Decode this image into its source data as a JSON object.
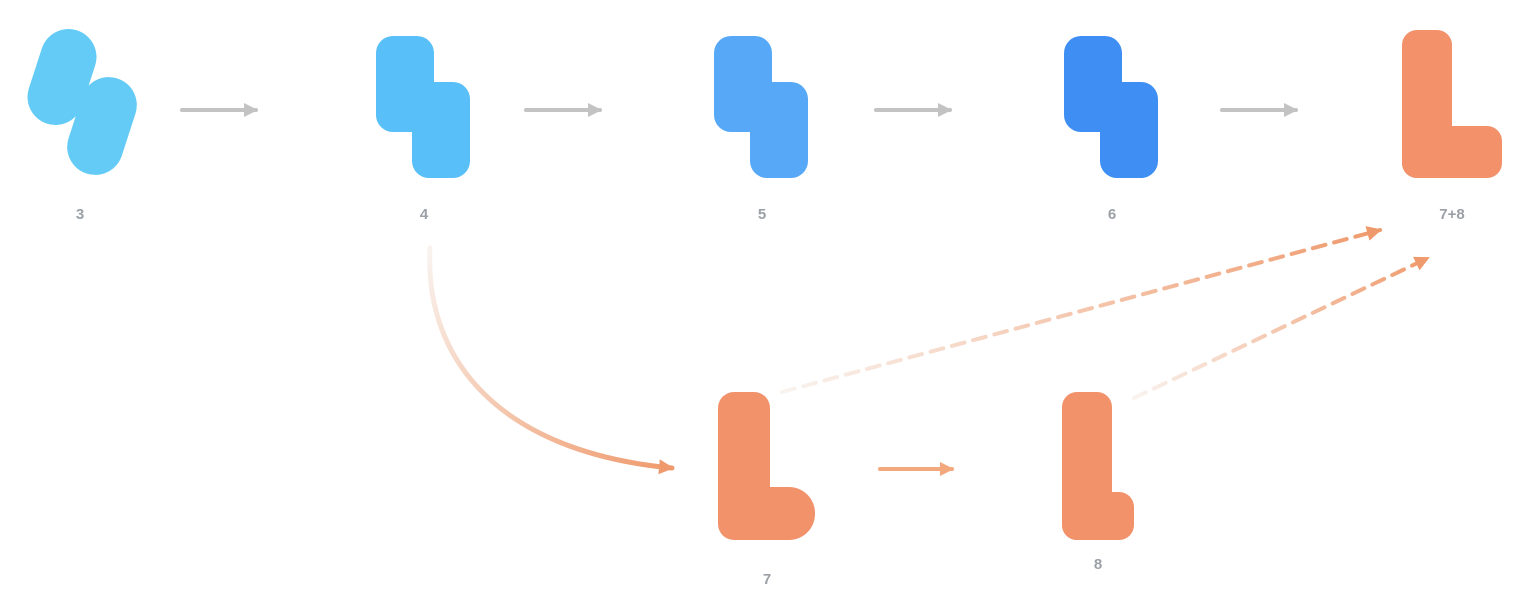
{
  "diagram": {
    "description": "shape-evolution-flow",
    "background": "#ffffff",
    "label_color": "#9aa0a6",
    "steps": {
      "top": [
        {
          "label": "3",
          "color": "#63cbf5",
          "shape": "rounded-s-blob"
        },
        {
          "label": "4",
          "color": "#58bff8",
          "shape": "s-piece"
        },
        {
          "label": "5",
          "color": "#57a9f7",
          "shape": "s-piece"
        },
        {
          "label": "6",
          "color": "#3e8ef3",
          "shape": "s-piece"
        },
        {
          "label": "7+8",
          "color": "#f2916a",
          "shape": "l-piece"
        }
      ],
      "bottom": [
        {
          "label": "7",
          "color": "#f2926b",
          "shape": "l-piece-round-foot"
        },
        {
          "label": "8",
          "color": "#f2926b",
          "shape": "l-piece"
        }
      ]
    },
    "arrows": {
      "gray": "#c3c3c3",
      "orange": "#f4a87e",
      "gradient_light": "#f9f3ef",
      "gradient_orange": "#ef9a6c"
    }
  }
}
